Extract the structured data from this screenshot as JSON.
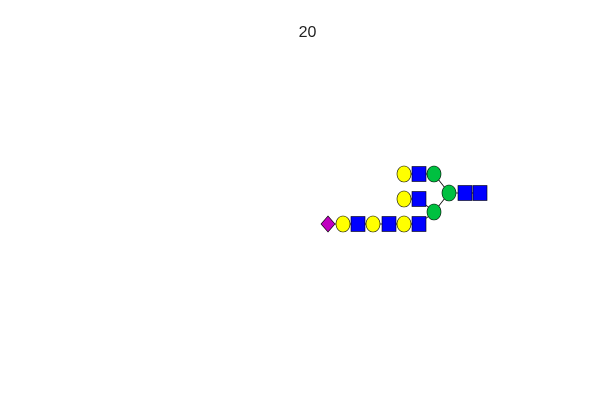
{
  "figure": {
    "label": "20"
  },
  "legend_colors": {
    "GlcNAc": "#0000ff",
    "Gal": "#ffff00",
    "Man": "#00c040",
    "NeuAc": "#c000c0"
  },
  "glycan": {
    "nodes": [
      {
        "id": "r1",
        "shape": "square",
        "color": "#0000ff",
        "icon": "glcnac-square-icon"
      },
      {
        "id": "r2",
        "shape": "square",
        "color": "#0000ff",
        "icon": "glcnac-square-icon"
      },
      {
        "id": "core_man",
        "shape": "circle",
        "color": "#00c040",
        "icon": "mannose-circle-icon"
      },
      {
        "id": "man_upper",
        "shape": "circle",
        "color": "#00c040",
        "icon": "mannose-circle-icon"
      },
      {
        "id": "man_lower",
        "shape": "circle",
        "color": "#00c040",
        "icon": "mannose-circle-icon"
      },
      {
        "id": "a1_gn",
        "shape": "square",
        "color": "#0000ff",
        "icon": "glcnac-square-icon"
      },
      {
        "id": "a1_gal",
        "shape": "circle",
        "color": "#ffff00",
        "icon": "galactose-circle-icon"
      },
      {
        "id": "a2_gn",
        "shape": "square",
        "color": "#0000ff",
        "icon": "glcnac-square-icon"
      },
      {
        "id": "a2_gal",
        "shape": "circle",
        "color": "#ffff00",
        "icon": "galactose-circle-icon"
      },
      {
        "id": "a3_gn",
        "shape": "square",
        "color": "#0000ff",
        "icon": "glcnac-square-icon"
      },
      {
        "id": "a3_gal",
        "shape": "circle",
        "color": "#ffff00",
        "icon": "galactose-circle-icon"
      },
      {
        "id": "a3_gn2",
        "shape": "square",
        "color": "#0000ff",
        "icon": "glcnac-square-icon"
      },
      {
        "id": "a3_gal2",
        "shape": "circle",
        "color": "#ffff00",
        "icon": "galactose-circle-icon"
      },
      {
        "id": "a3_gn3",
        "shape": "square",
        "color": "#0000ff",
        "icon": "glcnac-square-icon"
      },
      {
        "id": "a3_gal3",
        "shape": "circle",
        "color": "#ffff00",
        "icon": "galactose-circle-icon"
      },
      {
        "id": "a3_sia",
        "shape": "diamond",
        "color": "#c000c0",
        "icon": "sialic-acid-diamond-icon"
      }
    ],
    "edges": [
      [
        "r1",
        "r2"
      ],
      [
        "r2",
        "core_man"
      ],
      [
        "core_man",
        "man_upper"
      ],
      [
        "core_man",
        "man_lower"
      ],
      [
        "man_upper",
        "a1_gn"
      ],
      [
        "a1_gn",
        "a1_gal"
      ],
      [
        "man_lower",
        "a2_gn"
      ],
      [
        "a2_gn",
        "a2_gal"
      ],
      [
        "man_lower",
        "a3_gn"
      ],
      [
        "a3_gn",
        "a3_gal"
      ],
      [
        "a3_gal",
        "a3_gn2"
      ],
      [
        "a3_gn2",
        "a3_gal2"
      ],
      [
        "a3_gal2",
        "a3_gn3"
      ],
      [
        "a3_gn3",
        "a3_gal3"
      ],
      [
        "a3_gal3",
        "a3_sia"
      ]
    ]
  }
}
